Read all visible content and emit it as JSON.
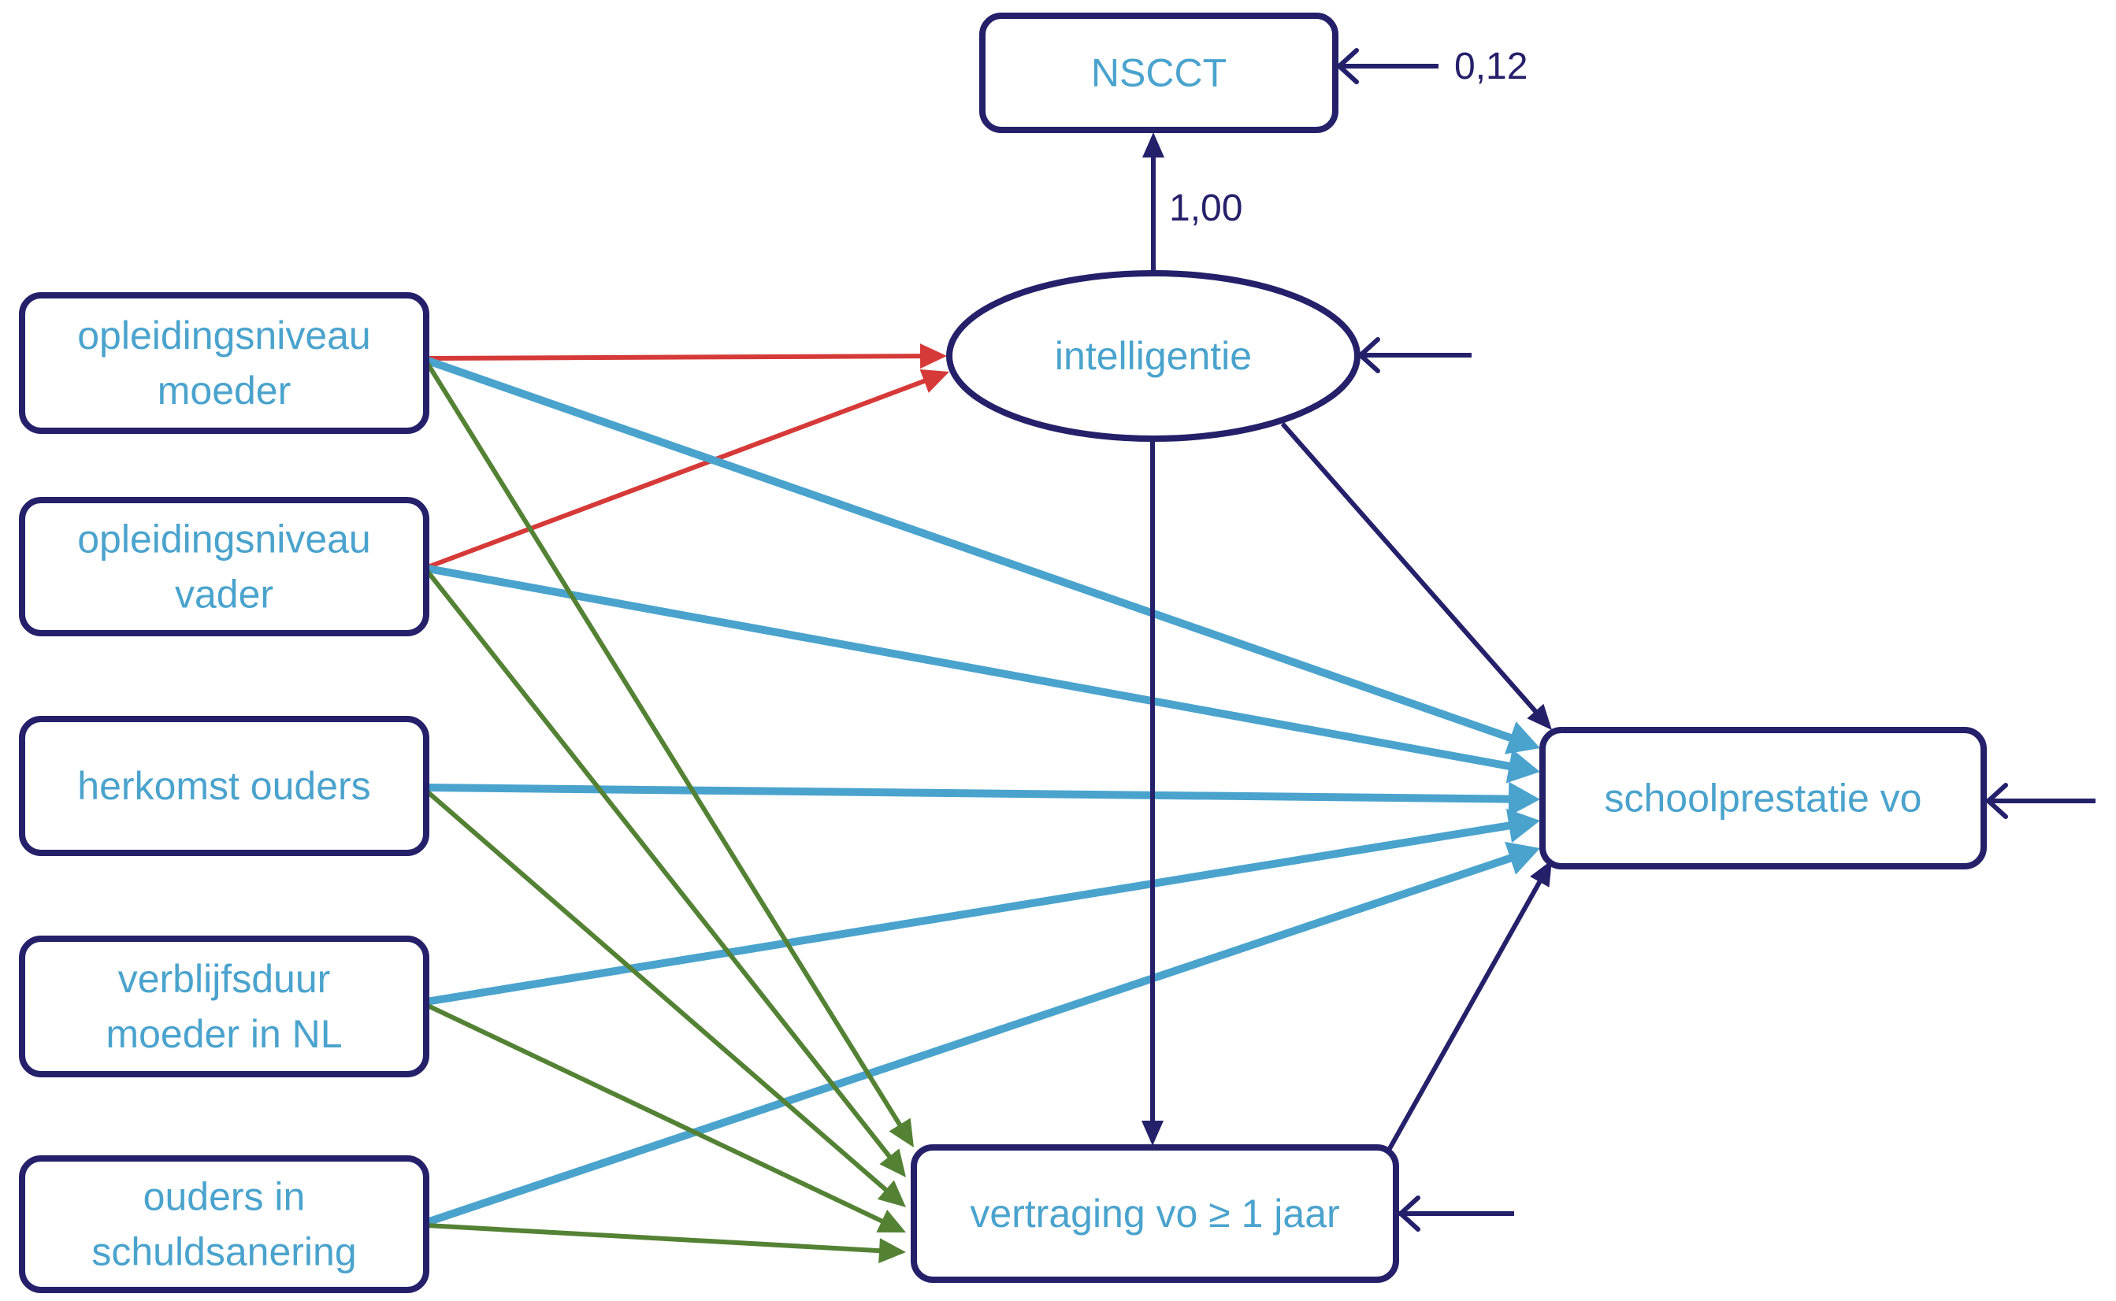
{
  "diagram": {
    "type": "path-diagram",
    "colors": {
      "node_border": "#25206a",
      "node_text": "#4aa3cd",
      "path_to_intelligence": "#d63a38",
      "path_to_school_performance": "#4aa3cd",
      "path_to_delay": "#548235",
      "structural_path": "#25206a"
    },
    "nodes": {
      "nscct": {
        "label": [
          "NSCCT"
        ],
        "shape": "rectangle",
        "residual": "0,12"
      },
      "intelligentie": {
        "label": [
          "intelligentie"
        ],
        "shape": "ellipse",
        "residual": ""
      },
      "schoolprestatie": {
        "label": [
          "schoolprestatie vo"
        ],
        "shape": "rectangle",
        "residual": ""
      },
      "vertraging": {
        "label": [
          "vertraging vo ≥ 1 jaar"
        ],
        "shape": "rectangle",
        "residual": ""
      },
      "opl_moeder": {
        "label": [
          "opleidingsniveau",
          "moeder"
        ],
        "shape": "rectangle"
      },
      "opl_vader": {
        "label": [
          "opleidingsniveau",
          "vader"
        ],
        "shape": "rectangle"
      },
      "herkomst": {
        "label": [
          "herkomst ouders"
        ],
        "shape": "rectangle"
      },
      "verblijfsduur": {
        "label": [
          "verblijfsduur",
          "moeder in NL"
        ],
        "shape": "rectangle"
      },
      "schuld": {
        "label": [
          "ouders in",
          "schuldsanering"
        ],
        "shape": "rectangle"
      }
    },
    "edges": [
      {
        "from": "intelligentie",
        "to": "nscct",
        "color": "structural_path",
        "label": "1,00"
      },
      {
        "from": "opl_moeder",
        "to": "intelligentie",
        "color": "path_to_intelligence"
      },
      {
        "from": "opl_vader",
        "to": "intelligentie",
        "color": "path_to_intelligence"
      },
      {
        "from": "opl_moeder",
        "to": "schoolprestatie",
        "color": "path_to_school_performance"
      },
      {
        "from": "opl_vader",
        "to": "schoolprestatie",
        "color": "path_to_school_performance"
      },
      {
        "from": "herkomst",
        "to": "schoolprestatie",
        "color": "path_to_school_performance"
      },
      {
        "from": "verblijfsduur",
        "to": "schoolprestatie",
        "color": "path_to_school_performance"
      },
      {
        "from": "schuld",
        "to": "schoolprestatie",
        "color": "path_to_school_performance"
      },
      {
        "from": "opl_moeder",
        "to": "vertraging",
        "color": "path_to_delay"
      },
      {
        "from": "opl_vader",
        "to": "vertraging",
        "color": "path_to_delay"
      },
      {
        "from": "herkomst",
        "to": "vertraging",
        "color": "path_to_delay"
      },
      {
        "from": "verblijfsduur",
        "to": "vertraging",
        "color": "path_to_delay"
      },
      {
        "from": "schuld",
        "to": "vertraging",
        "color": "path_to_delay"
      },
      {
        "from": "intelligentie",
        "to": "vertraging",
        "color": "structural_path"
      },
      {
        "from": "intelligentie",
        "to": "schoolprestatie",
        "color": "structural_path"
      },
      {
        "from": "vertraging",
        "to": "schoolprestatie",
        "color": "structural_path"
      }
    ]
  }
}
